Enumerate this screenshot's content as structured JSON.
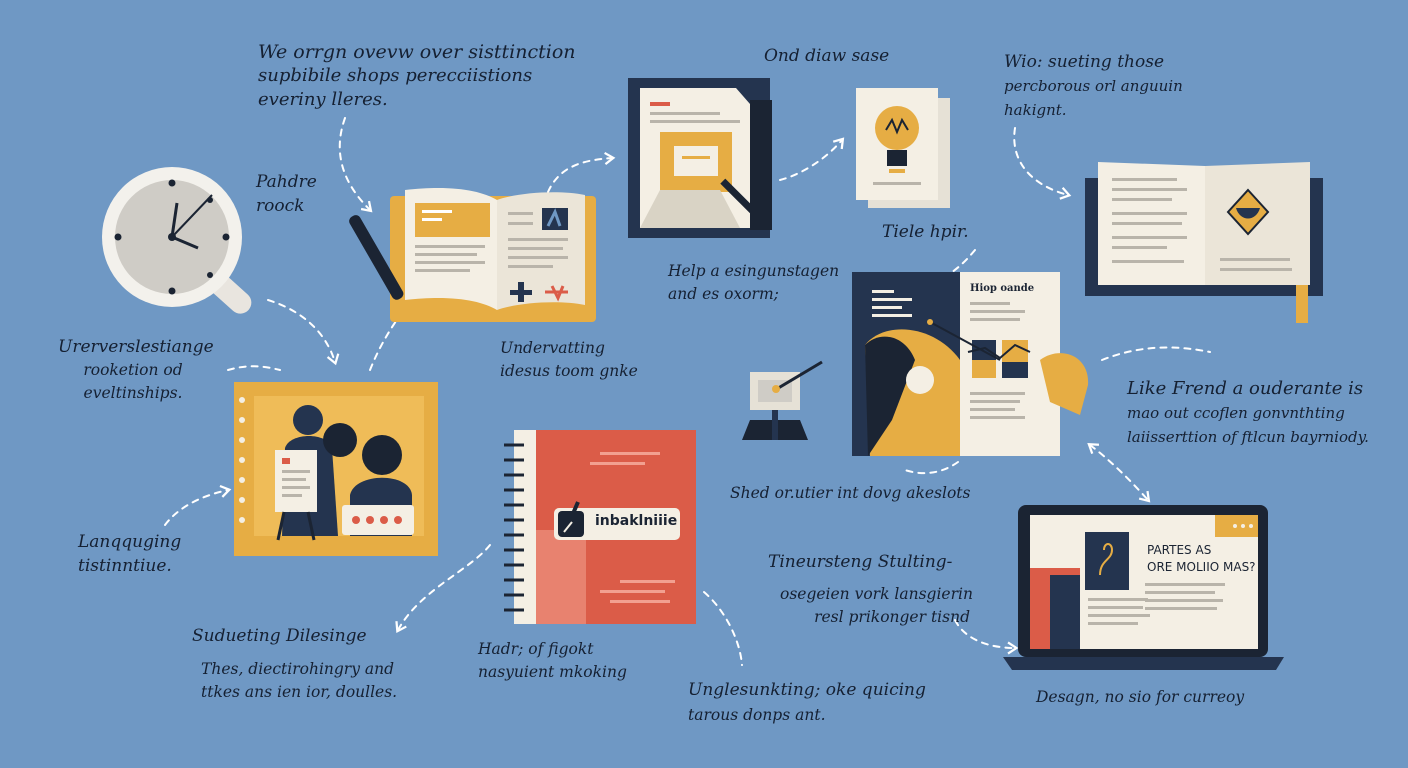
{
  "texts": {
    "top_center": [
      "We orrgn ovevw over sisttinction",
      "supbibile shops perecciistions",
      "everiny lleres."
    ],
    "pahdre": [
      "Pahdre",
      "roock"
    ],
    "ond": "Ond diaw sase",
    "wio": [
      "Wio: sueting those",
      "percborous orl anguuin",
      "hakignt."
    ],
    "tiele": "Tiele hpir.",
    "help": [
      "Help a esingunstagen",
      "and es oxorm;"
    ],
    "underst": [
      "Undervatting",
      "idesus toom gnke"
    ],
    "urevers": [
      "Urerverslestiange",
      "rooketion od",
      "eveltinships."
    ],
    "like": [
      "Like Frend a ouderante is",
      "mao out ccoflen gonvnthting",
      "laiisserttion of ftlcun bayrniody."
    ],
    "shed": "Shed or.utier int dovg akeslots",
    "lanqu": [
      "Lanqquging",
      "tistinntiue."
    ],
    "sudue": "Sudueting Dilesinge",
    "thes": [
      "Thes, diectirohingry and",
      "ttkes ans ien ior, doulles."
    ],
    "hadr": [
      "Hadr; of figokt",
      "nasyuient mkoking"
    ],
    "tineur": "Tineursteng Stulting-",
    "osge": [
      "osegeien vork lansgierin",
      "resl prikonger tisnd"
    ],
    "ungle": "Unglesunkting; oke quicing",
    "tarous": "tarous donps ant.",
    "desagn": "Desagn, no sio for curreoy"
  },
  "labels": {
    "red_book": "inbaklniiie",
    "doc_header": "Hiop oande",
    "laptop_line1": "PARTES AS",
    "laptop_line2": "ORE MOLIIO MAS?"
  },
  "colors": {
    "background": "#6f98c4",
    "navy": "#24344f",
    "mustard": "#e6ad44",
    "red": "#db5c48",
    "paper": "#f4efe4"
  }
}
